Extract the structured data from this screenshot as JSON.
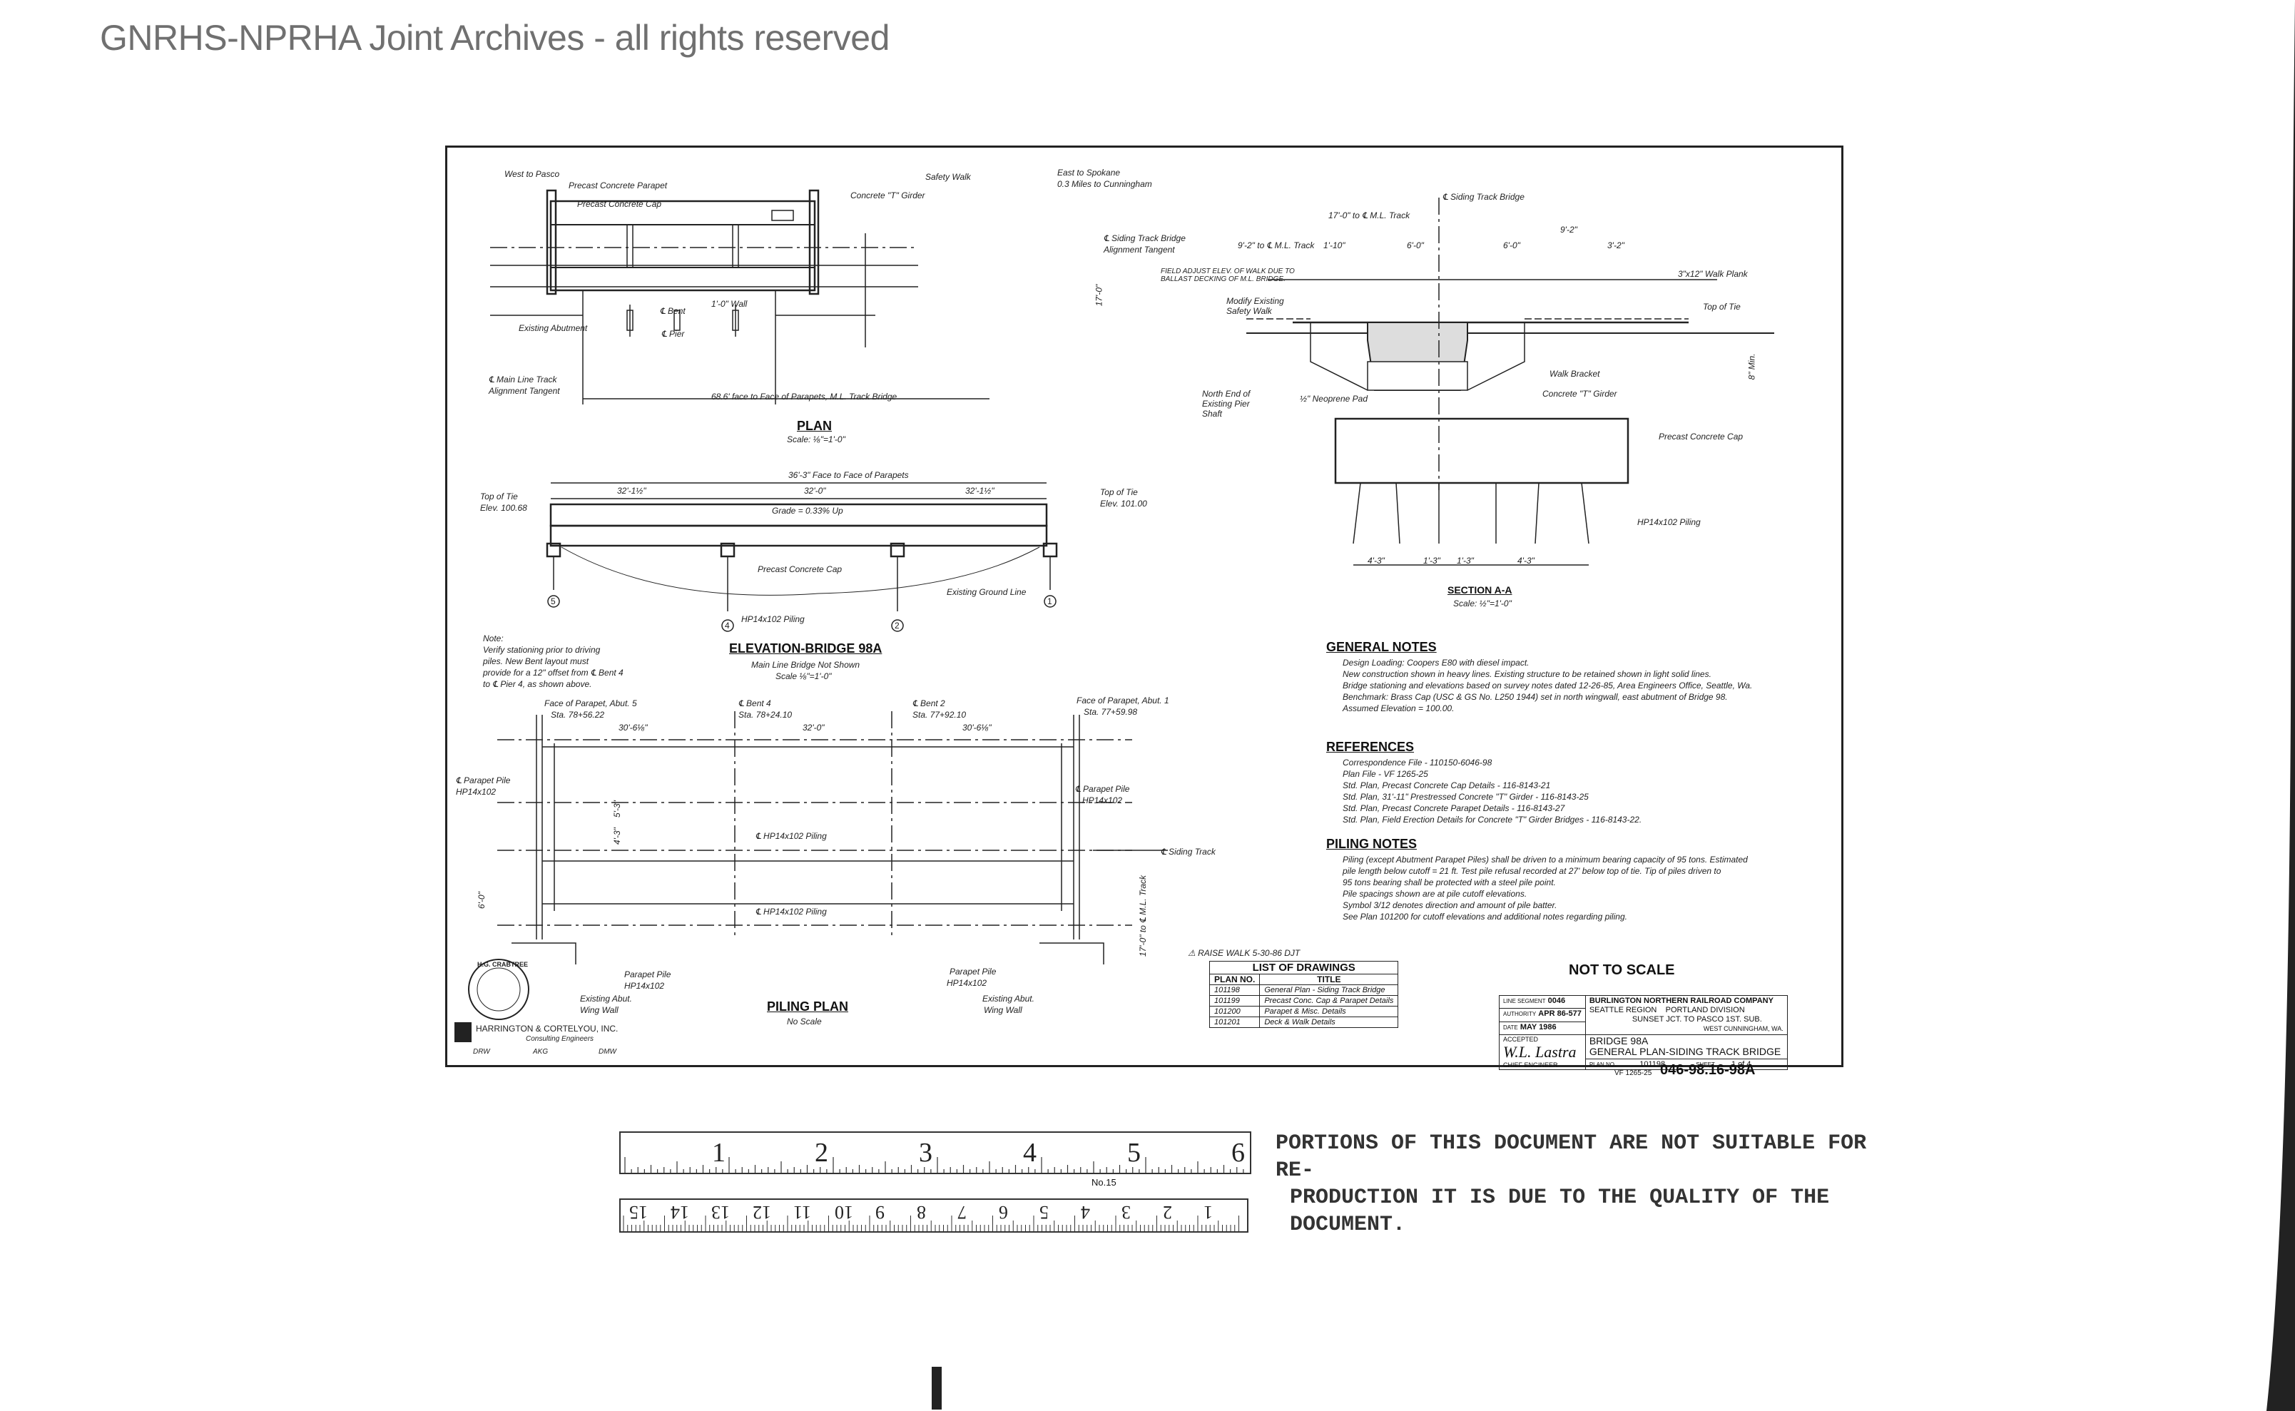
{
  "watermark": "GNRHS-NPRHA Joint Archives - all rights reserved",
  "plan": {
    "title": "PLAN",
    "scale": "Scale: ⅛\"=1'-0\"",
    "labels": {
      "west": "West to Pasco",
      "parapet": "Precast Concrete Parapet",
      "cap": "Precast Concrete Cap",
      "tgirder": "Concrete \"T\" Girder",
      "safety_walk": "Safety Walk",
      "east": "East to Spokane",
      "east_sub": "0.3 Miles to Cunningham",
      "siding_align": "℄ Siding Track Bridge",
      "siding_align2": "Alignment Tangent",
      "bent": "℄ Bent",
      "pier": "℄ Pier",
      "existing_abut": "Existing Abutment",
      "main_line": "℄ Main Line Track",
      "main_line2": "Alignment Tangent",
      "face_to_face": "68.6' face to Face of Parapets, M.L. Track Bridge",
      "wall": "1'-0\" Wall",
      "dim17": "17'-0\""
    }
  },
  "section": {
    "title": "SECTION A-A",
    "scale": "Scale: ½\"=1'-0\"",
    "labels": {
      "ml_dist": "17'-0\" to ℄ M.L. Track",
      "siding": "℄ Siding Track Bridge",
      "dim92": "9'-2\"",
      "dim92ml": "9'-2\" to ℄ M.L. Track",
      "dim110": "1'-10\"",
      "dim60a": "6'-0\"",
      "dim60b": "6'-0\"",
      "dim32": "3'-2\"",
      "field": "FIELD ADJUST ELEV. OF WALK DUE TO BALLAST DECKING OF M.L. BRIDGE.",
      "modify": "Modify Existing Safety Walk",
      "plank": "3\"x12\" Walk Plank",
      "top_tie": "Top of Tie",
      "walk_bracket": "Walk Bracket",
      "tgirder": "Concrete \"T\" Girder",
      "precast_cap": "Precast Concrete Cap",
      "neoprene": "½\" Neoprene Pad",
      "north_end": "North End of Existing Pier Shaft",
      "piling": "HP14x102 Piling",
      "min": "8\" Min.",
      "dim43a": "4'-3\"",
      "dim13a": "1'-3\"",
      "dim13b": "1'-3\"",
      "dim43b": "4'-3\""
    }
  },
  "elevation": {
    "title": "ELEVATION-BRIDGE 98A",
    "sub1": "Main Line Bridge Not Shown",
    "sub2": "Scale ⅛\"=1'-0\"",
    "labels": {
      "face_dim": "36'-3\" Face to Face of Parapets",
      "span1": "32'-1½\"",
      "span2": "32'-0\"",
      "span3": "32'-1½\"",
      "grade": "Grade = 0.33% Up",
      "tie_left": "Top of Tie",
      "tie_left2": "Elev. 100.68",
      "tie_right": "Top of Tie",
      "tie_right2": "Elev. 101.00",
      "cap": "Precast Concrete Cap",
      "ground": "Existing Ground Line",
      "piling": "HP14x102 Piling",
      "b5": "5",
      "b4": "4",
      "b2": "2",
      "b1": "1"
    },
    "note_title": "Note:",
    "note": [
      "Verify stationing prior to driving",
      "piles. New Bent layout must",
      "provide for a 12\" offset from ℄ Bent 4",
      "to ℄ Pier 4, as shown above."
    ]
  },
  "piling": {
    "title": "PILING PLAN",
    "scale": "No Scale",
    "labels": {
      "abut5": "Face of Parapet, Abut. 5",
      "abut5sta": "Sta. 78+56.22",
      "bent4": "℄ Bent 4",
      "bent4sta": "Sta. 78+24.10",
      "bent2": "℄ Bent 2",
      "bent2sta": "Sta. 77+92.10",
      "abut1": "Face of Parapet, Abut. 1",
      "abut1sta": "Sta. 77+59.98",
      "d306a": "30'-6⅛\"",
      "d320": "32'-0\"",
      "d306b": "30'-6⅛\"",
      "pp_left": "℄ Parapet Pile",
      "pp_left2": "HP14x102",
      "pp_right": "℄ Parapet Pile",
      "pp_right2": "HP14x102",
      "hp1": "℄ HP14x102 Piling",
      "hp2": "℄ HP14x102 Piling",
      "siding": "℄ Siding Track",
      "ml17": "17'-0\" to ℄ M.L. Track",
      "parapet_pile_l": "Parapet Pile",
      "parapet_pile_l2": "HP14x102",
      "wing_l": "Existing Abut.",
      "wing_l2": "Wing Wall",
      "parapet_pile_r": "Parapet Pile",
      "parapet_pile_r2": "HP14x102",
      "wing_r": "Existing Abut.",
      "wing_r2": "Wing Wall",
      "d60": "6'-0\"",
      "d53": "5'-3\"",
      "d43": "4'-3\""
    }
  },
  "general_notes": {
    "title": "GENERAL NOTES",
    "lines": [
      "Design Loading: Coopers E80 with diesel impact.",
      "New construction shown in heavy lines. Existing structure to be retained shown in light solid lines.",
      "Bridge stationing and elevations based on survey notes dated 12-26-85, Area Engineers Office, Seattle, Wa.",
      "Benchmark: Brass Cap (USC & GS No. L250 1944) set in north wingwall, east abutment of Bridge 98.",
      "Assumed Elevation = 100.00."
    ]
  },
  "references": {
    "title": "REFERENCES",
    "lines": [
      "Correspondence File - 110150-6046-98",
      "Plan File - VF 1265-25",
      "Std. Plan, Precast Concrete Cap Details - 116-8143-21",
      "Std. Plan, 31'-11\" Prestressed Concrete \"T\" Girder - 116-8143-25",
      "Std. Plan, Precast Concrete Parapet Details - 116-8143-27",
      "Std. Plan, Field Erection Details for Concrete \"T\" Girder Bridges - 116-8143-22."
    ]
  },
  "piling_notes": {
    "title": "PILING NOTES",
    "lines": [
      "Piling (except Abutment Parapet Piles) shall be driven to a minimum bearing capacity of 95 tons. Estimated",
      "pile length below cutoff = 21 ft. Test pile refusal recorded at 27' below top of tie. Tip of piles driven to",
      "95 tons bearing shall be protected with a steel pile point.",
      "Pile spacings shown are at pile cutoff elevations.",
      "Symbol 3/12 denotes direction and amount of pile batter.",
      "See Plan 101200 for cutoff elevations and additional notes regarding piling."
    ]
  },
  "revision": "⚠ RAISE WALK 5-30-86 DJT",
  "drawings": {
    "title": "LIST OF DRAWINGS",
    "col1": "PLAN NO.",
    "col2": "TITLE",
    "rows": [
      {
        "no": "101198",
        "title": "General Plan - Siding Track Bridge"
      },
      {
        "no": "101199",
        "title": "Precast Conc. Cap & Parapet Details"
      },
      {
        "no": "101200",
        "title": "Parapet & Misc. Details"
      },
      {
        "no": "101201",
        "title": "Deck & Walk Details"
      }
    ]
  },
  "not_to_scale": "NOT TO SCALE",
  "title_block": {
    "line_segment_lbl": "LINE SEGMENT",
    "line_segment": "0046",
    "authority_lbl": "AUTHORITY",
    "authority": "APR 86-577",
    "date_lbl": "DATE",
    "date": "MAY 1986",
    "company": "BURLINGTON NORTHERN RAILROAD COMPANY",
    "region": "SEATTLE REGION",
    "division": "PORTLAND DIVISION",
    "subdivision": "SUNSET JCT. TO PASCO   1ST. SUB.",
    "location": "WEST CUNNINGHAM, WA.",
    "bridge": "BRIDGE 98A",
    "sheet_title": "GENERAL PLAN-SIDING TRACK BRIDGE",
    "accepted_lbl": "ACCEPTED",
    "signature": "W.L. Lastra",
    "chief": "CHIEF ENGINEER",
    "plan_no_lbl": "PLAN NO.",
    "plan_no": "101198",
    "sheet_lbl": "SHEET",
    "sheet": "1 of 4",
    "vf": "VF 1265-25",
    "doc_no": "046-98.16-98A"
  },
  "consultant": {
    "name": "HARRINGTON & CORTELYOU, INC.",
    "sub": "Consulting Engineers",
    "drw": "DRW",
    "des": "AKG",
    "chk": "DMW",
    "seal": "H.G. CRABTREE"
  },
  "ruler": {
    "top_numbers": [
      "1",
      "2",
      "3",
      "4",
      "5",
      "6"
    ],
    "model": "No.15",
    "bottom_numbers": [
      "1",
      "2",
      "3",
      "4",
      "5",
      "6",
      "7",
      "8",
      "9",
      "10",
      "11",
      "12",
      "13",
      "14",
      "15"
    ]
  },
  "notice": {
    "line1": "PORTIONS OF THIS DOCUMENT ARE NOT SUITABLE FOR RE-",
    "line2": "PRODUCTION IT IS DUE TO THE QUALITY OF THE DOCUMENT."
  }
}
